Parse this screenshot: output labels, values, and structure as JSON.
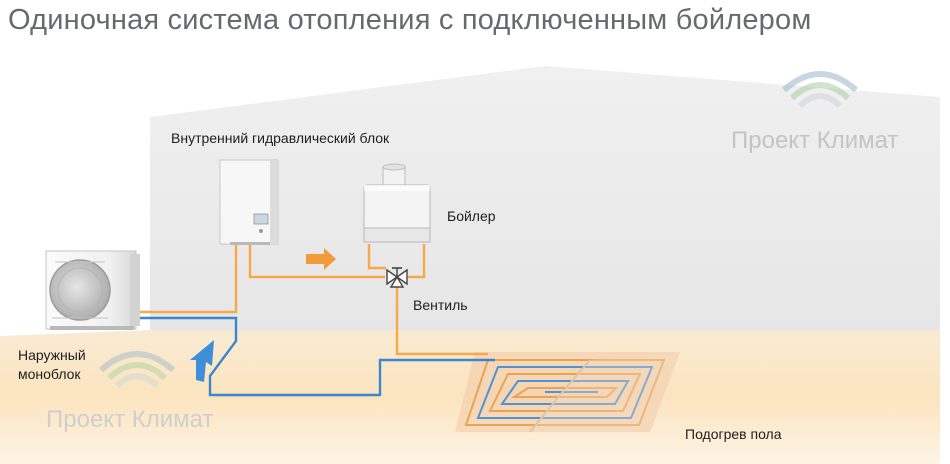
{
  "title": "Одиночная система отопления с подключенным бойлером",
  "labels": {
    "indoor_unit": "Внутренний гидравлический блок",
    "boiler": "Бойлер",
    "valve": "Вентиль",
    "outdoor_unit_line1": "Наружный",
    "outdoor_unit_line2": "моноблок",
    "floor_heating": "Подогрев пола"
  },
  "watermark": {
    "text": "Проект Климат"
  },
  "colors": {
    "hot_pipe": "#f7a94a",
    "cold_pipe": "#3c86cf",
    "hot_arrow": "#f39b3c",
    "cold_arrow": "#3f8fd8",
    "wall": "#ececec",
    "floor": "#fbe7c5",
    "title_text": "#666a6e",
    "watermark": "#c4c4c4"
  },
  "icons": {
    "watermark_logo": "wave-logo-icon",
    "flow_arrow": "arrow-right-icon",
    "return_arrow": "arrow-up-icon",
    "valve_symbol": "three-way-valve-icon"
  }
}
